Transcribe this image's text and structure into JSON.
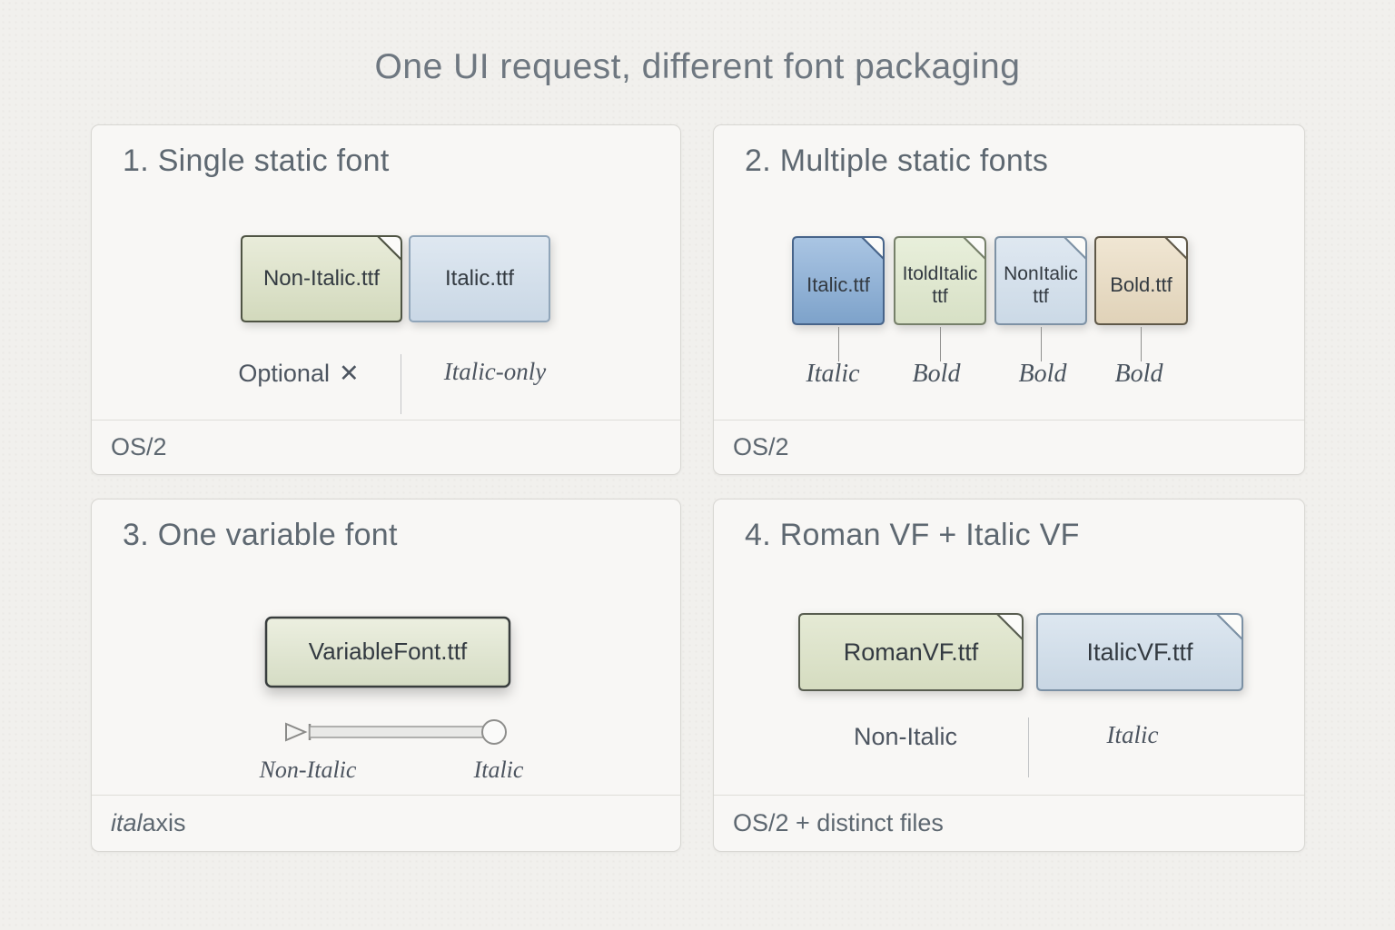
{
  "title": "One UI request, different font packaging",
  "panels": {
    "p1": {
      "heading": "1. Single static font",
      "files": {
        "non_italic": "Non-Italic.ttf",
        "italic": "Italic.ttf"
      },
      "annotations": {
        "left": "Optional",
        "cross": "✕",
        "right": "Italic-only"
      },
      "footer": "OS/2"
    },
    "p2": {
      "heading": "2. Multiple static fonts",
      "files": [
        "Italic.ttf",
        "ItoldItalic\nttf",
        "NonItalic\nttf",
        "Bold.ttf"
      ],
      "weight_labels": [
        "Italic",
        "Bold",
        "Bold",
        "Bold"
      ],
      "footer": "OS/2"
    },
    "p3": {
      "heading": "3. One variable font",
      "file": "VariableFont.ttf",
      "slider": {
        "left_label": "Non-Italic",
        "right_label": "Italic"
      },
      "footer_axis": "ital",
      "footer_rest": " axis"
    },
    "p4": {
      "heading": "4. Roman VF + Italic VF",
      "files": [
        "RomanVF.ttf",
        "ItalicVF.ttf"
      ],
      "annotations": {
        "left": "Non-Italic",
        "right": "Italic"
      },
      "footer": "OS/2 + distinct files"
    }
  },
  "colors": {
    "background": "#f1f0ed",
    "panel_background": "#f8f7f5",
    "panel_border": "#d8d7d3",
    "title_text": "#6e7780",
    "heading_text": "#5e6871",
    "file_text": "#333a41",
    "label_text": "#49535e",
    "file_green": "#dde3cb",
    "file_blue_light": "#d5e1ec",
    "file_blue_medium": "#94b4d8",
    "file_pale_green": "#e0e8d1",
    "file_tan": "#e9dcc6"
  }
}
